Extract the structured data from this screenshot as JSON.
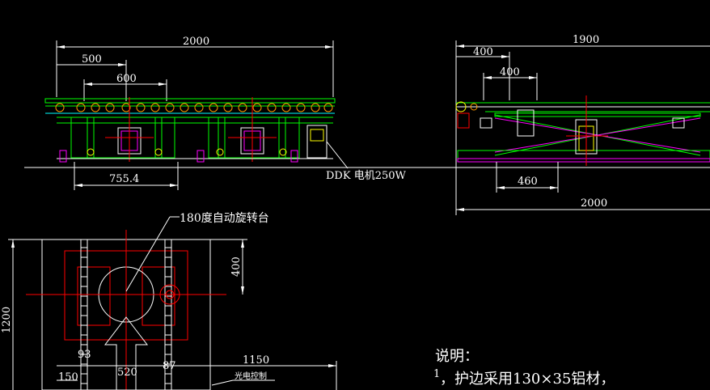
{
  "dims": {
    "top_left_total": "2000",
    "top_left_500": "500",
    "top_left_600": "600",
    "top_left_755": "755.4",
    "top_right_total": "1900",
    "top_right_400a": "400",
    "top_right_400b": "400",
    "top_right_460": "460",
    "top_right_2000": "2000",
    "bottom_1200": "1200",
    "bottom_400": "400",
    "bottom_93": "93",
    "bottom_150": "150",
    "bottom_520": "520",
    "bottom_87": "87",
    "bottom_1150": "1150"
  },
  "labels": {
    "motor": "DDK 电机250W",
    "turntable": "180度自动旋转台",
    "photo_control": "光电控制"
  },
  "notes": {
    "title": "说明：",
    "item1_num": "1",
    "item1_text": "，护边采用130×35铝材，"
  },
  "colors": {
    "background": "#000000",
    "dimension": "#ffffff",
    "frame": "#00ff00",
    "red": "#ff0000",
    "yellow": "#ffff00",
    "magenta": "#ff00ff",
    "cyan": "#00ffff"
  }
}
